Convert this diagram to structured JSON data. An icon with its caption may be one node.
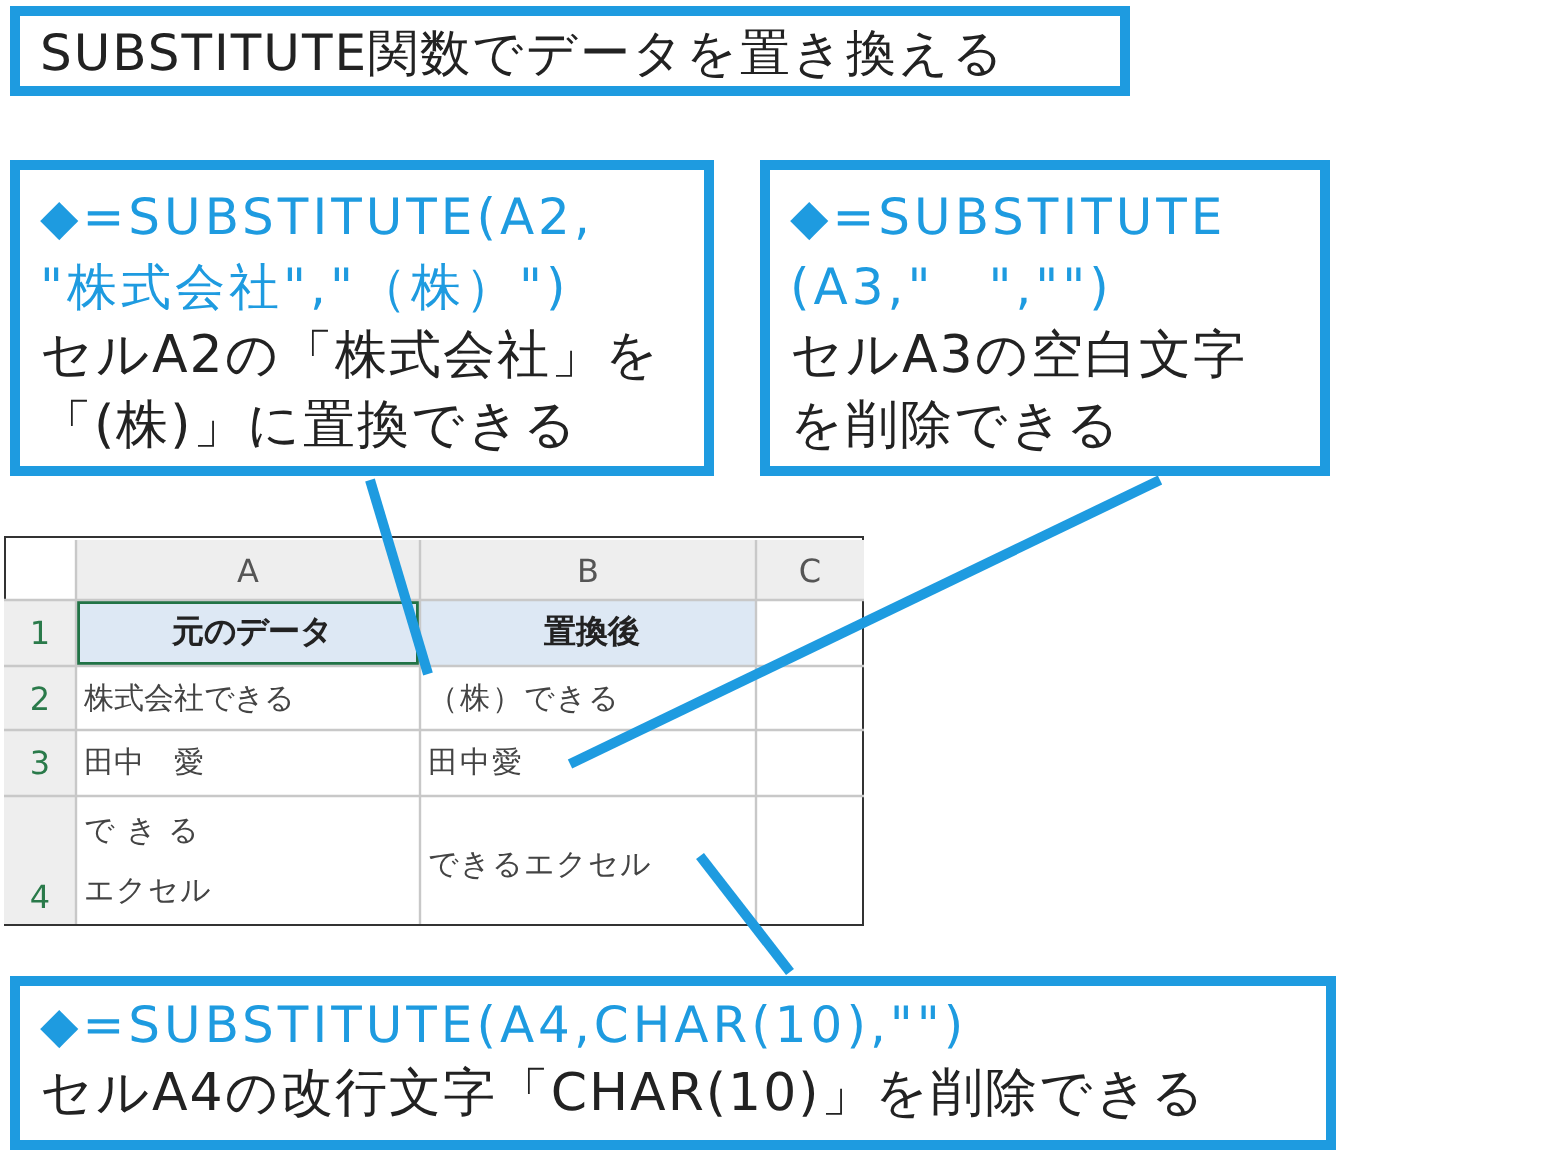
{
  "diagram": {
    "title": "SUBSTITUTE関数でデータを置き換える",
    "nodes": [
      {
        "text": [
          "◆=SUBSTITUTE(A2, \"株式会社\",\"（株）\")",
          "セルA2の「株式会社」を「(株)」に置換できる"
        ]
      },
      {
        "text": [
          "◆=SUBSTITUTE (A3,\"　\",\"\")",
          "セルA3の空白文字を削除できる"
        ]
      },
      {
        "text": [
          "（株）できる"
        ]
      },
      {
        "text": [
          "田中愛"
        ]
      },
      {
        "text": [
          "できるエクセル"
        ]
      },
      {
        "text": [
          "◆=SUBSTITUTE(A4,CHAR(10),\"\")",
          "セルA4の改行文字「CHAR(10)」を削除できる"
        ]
      }
    ],
    "edges": [
      {
        "from": 0,
        "to": 2,
        "arrow": "none"
      },
      {
        "from": 1,
        "to": 3,
        "arrow": "none"
      },
      {
        "from": 5,
        "to": 4,
        "arrow": "none"
      }
    ],
    "labels": [
      "A",
      "B",
      "C",
      "1",
      "元のデータ",
      "置換後",
      "2",
      "株式会社できる",
      "3",
      "田中　愛",
      "4",
      "できるエクセル"
    ]
  }
}
